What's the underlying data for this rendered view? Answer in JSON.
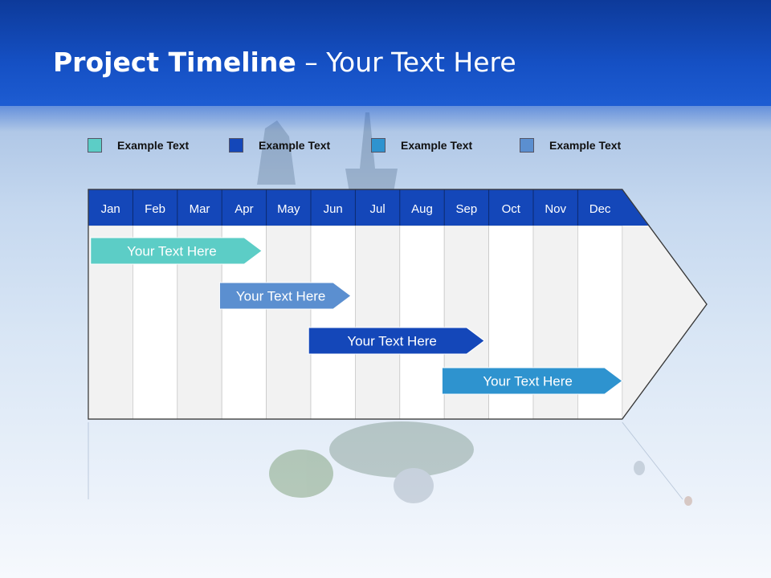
{
  "slide": {
    "title_bold": "Project Timeline",
    "title_rest": " – Your Text Here"
  },
  "legend": [
    {
      "label": "Example Text",
      "color": "#5ccdc6"
    },
    {
      "label": "Example Text",
      "color": "#1447b9"
    },
    {
      "label": "Example Text",
      "color": "#2e93cf"
    },
    {
      "label": "Example Text",
      "color": "#5b8fd0"
    }
  ],
  "timeline": {
    "months": [
      "Jan",
      "Feb",
      "Mar",
      "Apr",
      "May",
      "Jun",
      "Jul",
      "Aug",
      "Sep",
      "Oct",
      "Nov",
      "Dec"
    ],
    "header_color": "#1447b9",
    "tasks": [
      {
        "label": "Your  Text Here",
        "color": "#5ccdc6",
        "start_month": 0.05,
        "end_month": 3.9
      },
      {
        "label": "Your  Text Here",
        "color": "#5b8fd0",
        "start_month": 2.95,
        "end_month": 5.9
      },
      {
        "label": "Your  Text Here",
        "color": "#1447b9",
        "start_month": 4.95,
        "end_month": 8.9
      },
      {
        "label": "Your  Text Here",
        "color": "#2e93cf",
        "start_month": 7.95,
        "end_month": 12.0
      }
    ]
  }
}
